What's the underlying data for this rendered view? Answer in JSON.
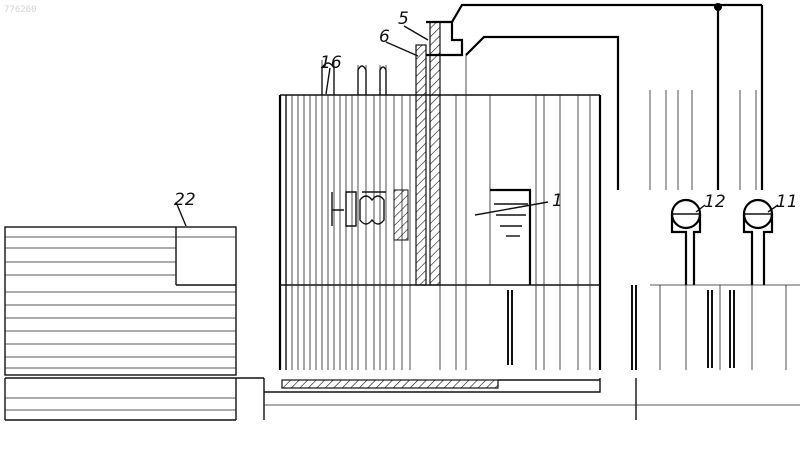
{
  "figure": {
    "corner_mark": "776260",
    "callouts": {
      "c5": "5",
      "c6": "6",
      "c16": "16",
      "c22": "22",
      "c1": "1",
      "c12": "12",
      "c11": "11"
    }
  }
}
